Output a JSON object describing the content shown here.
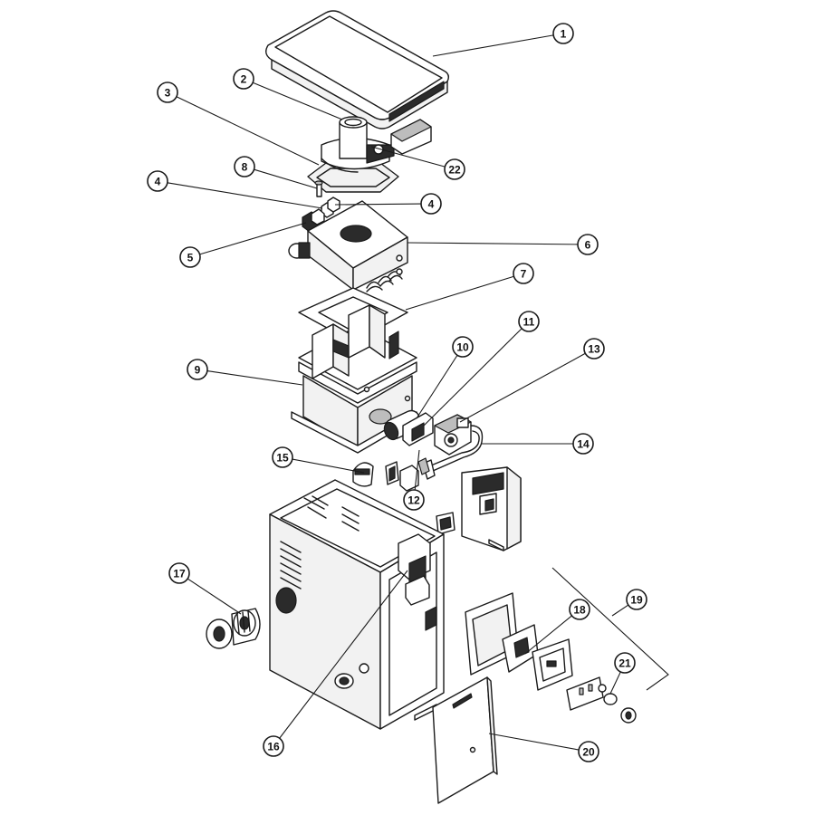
{
  "callouts": [
    {
      "label": "1"
    },
    {
      "label": "2"
    },
    {
      "label": "3"
    },
    {
      "label": "4"
    },
    {
      "label": "4"
    },
    {
      "label": "5"
    },
    {
      "label": "6"
    },
    {
      "label": "7"
    },
    {
      "label": "8"
    },
    {
      "label": "9"
    },
    {
      "label": "10"
    },
    {
      "label": "11"
    },
    {
      "label": "12"
    },
    {
      "label": "13"
    },
    {
      "label": "14"
    },
    {
      "label": "15"
    },
    {
      "label": "16"
    },
    {
      "label": "17"
    },
    {
      "label": "18"
    },
    {
      "label": "19"
    },
    {
      "label": "20"
    },
    {
      "label": "21"
    },
    {
      "label": "22"
    }
  ],
  "colors": {
    "line": "#1a1a1a",
    "fill_light": "#f2f2f2",
    "fill_dark": "#2b2b2b",
    "background": "#ffffff"
  },
  "parts": {
    "top_cover": "top-cover",
    "flue_collector": "flue-collector",
    "heat_exchanger": "heat-exchanger",
    "combustion_chamber": "combustion-chamber",
    "cabinet": "cabinet",
    "control_panel_door": "access-door"
  }
}
